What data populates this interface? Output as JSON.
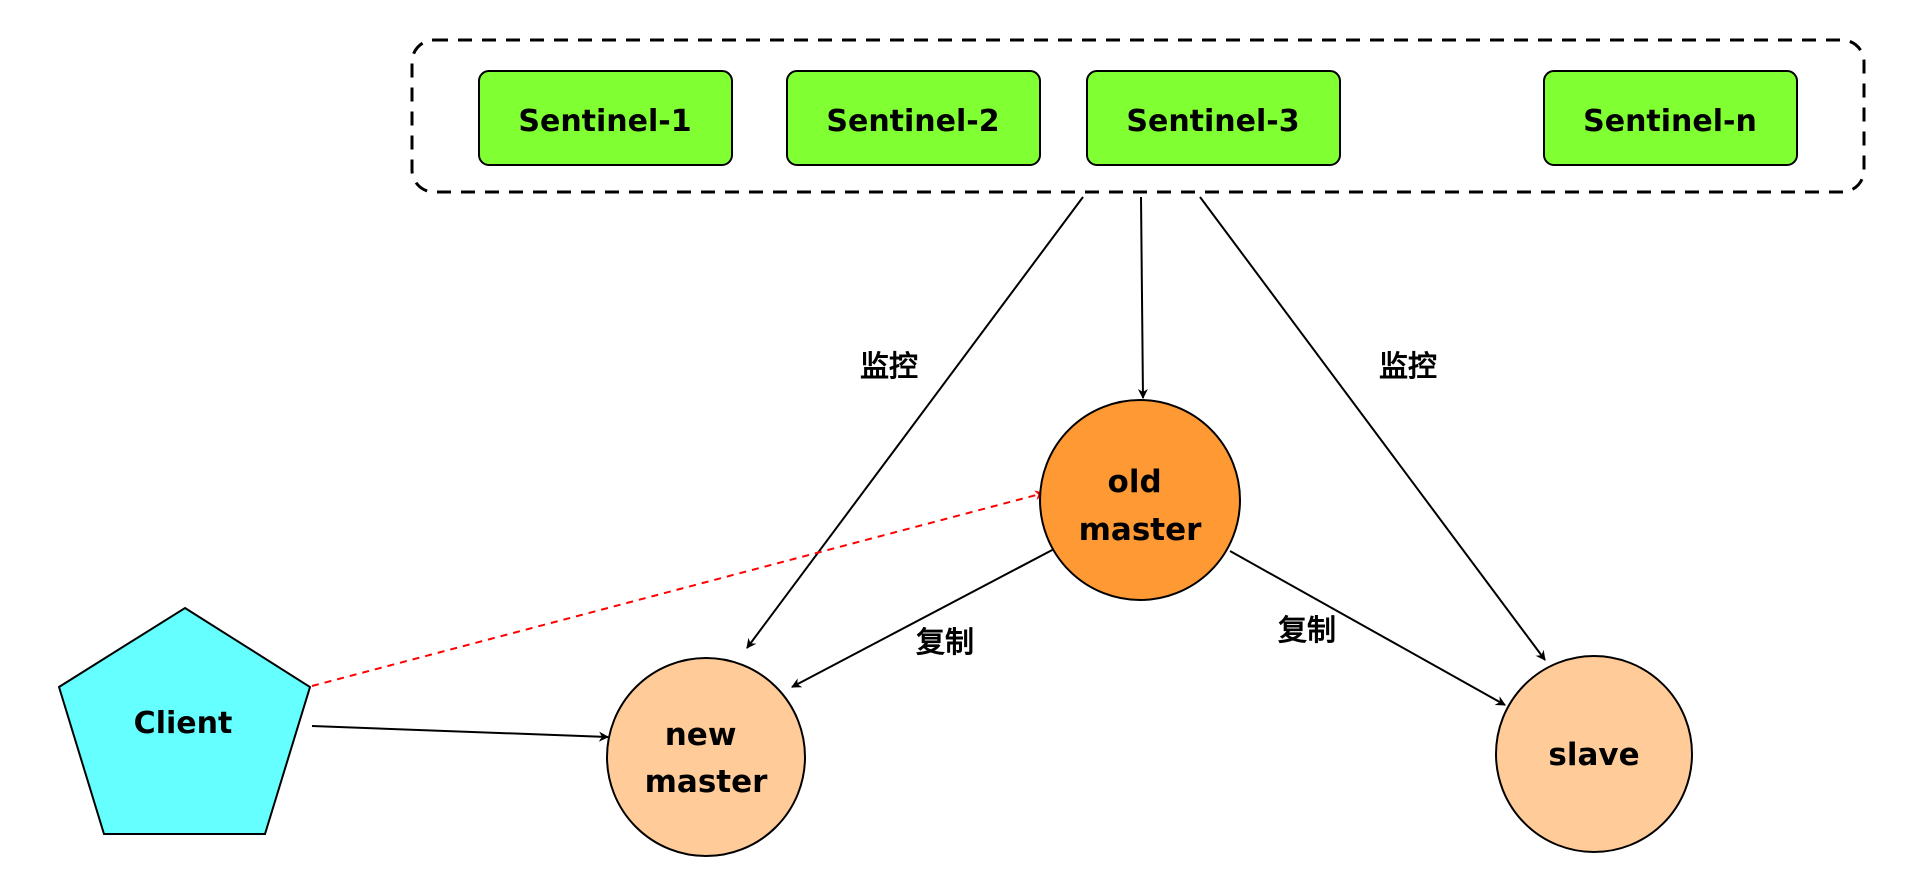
{
  "colors": {
    "sentinel_fill": "#80ff33",
    "old_master_fill": "#ff9933",
    "node_fill": "#ffcc99",
    "client_fill": "#66ffff",
    "stroke": "#000000",
    "dashed_arrow": "#ff0000"
  },
  "sentinel_group": {
    "sentinels": [
      {
        "id": "sentinel-1",
        "label": "Sentinel-1"
      },
      {
        "id": "sentinel-2",
        "label": "Sentinel-2"
      },
      {
        "id": "sentinel-3",
        "label": "Sentinel-3"
      },
      {
        "id": "sentinel-n",
        "label": "Sentinel-n"
      }
    ]
  },
  "nodes": {
    "old_master": {
      "line1": "old",
      "line2": "master"
    },
    "new_master": {
      "line1": "new",
      "line2": "master"
    },
    "slave": {
      "label": "slave"
    },
    "client": {
      "label": "Client"
    }
  },
  "edge_labels": {
    "monitor_left": "监控",
    "monitor_right": "监控",
    "replicate_left": "复制",
    "replicate_right": "复制"
  }
}
